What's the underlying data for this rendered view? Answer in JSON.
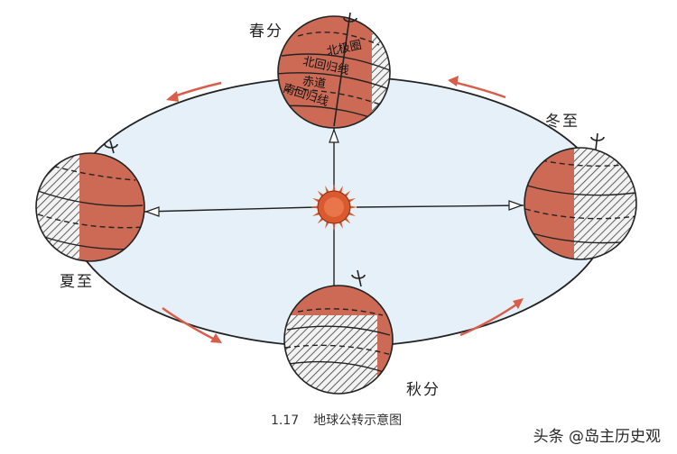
{
  "seasons": {
    "spring": "春分",
    "summer": "夏至",
    "autumn": "秋分",
    "winter": "冬至"
  },
  "latitude_lines": {
    "arctic_circle": "北极圈",
    "tropic_cancer": "北回归线",
    "equator": "赤道",
    "tropic_capricorn": "南回归线"
  },
  "caption": {
    "number": "1.17",
    "title": "地球公转示意图"
  },
  "watermark": "头条 @岛主历史观",
  "colors": {
    "orbit_fill": "#e6f0f8",
    "lit_side": "#cd6a55",
    "sun": "#d95a2f",
    "arrow": "#d95e4a"
  }
}
